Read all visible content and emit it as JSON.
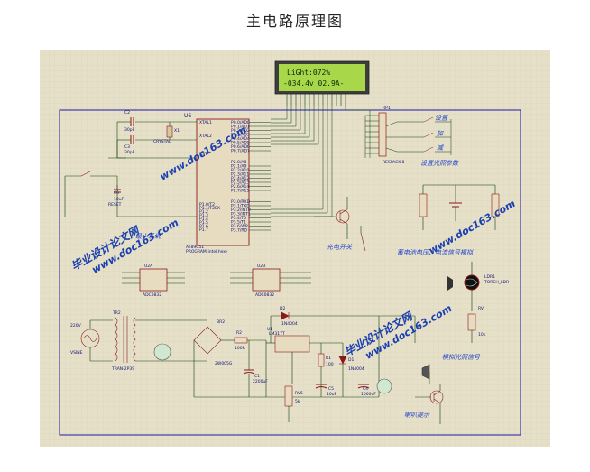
{
  "title": "主电路原理图",
  "lcd": {
    "line1": "LiGht:072%",
    "line2": "-034.4v 02.9A-"
  },
  "mcu": {
    "ref": "U6",
    "part": "AT89C51",
    "sub": "PROGRAM(intel.hex)",
    "left_pins": [
      "XTAL1",
      "XTAL2",
      "RST",
      "P1.0/T2",
      "P1.1/T2EX",
      "P1.2",
      "P1.3",
      "P1.4",
      "P1.5",
      "P1.6",
      "P1.7"
    ],
    "right_pins": [
      "P0.0/AD0",
      "P0.1/AD1",
      "P0.2/AD2",
      "P0.3/AD3",
      "P0.4/AD4",
      "P0.5/AD5",
      "P0.6/AD6",
      "P0.7/AD7",
      "P2.0/A8",
      "P2.1/A9",
      "P2.2/A10",
      "P2.3/A11",
      "P2.4/A12",
      "P2.5/A13",
      "P2.6/A14",
      "P2.7/A15",
      "P3.0/RXD",
      "P3.1/TXD",
      "P3.2/INT0",
      "P3.3/INT1",
      "P3.4/T0",
      "P3.5/T1",
      "P3.6/WR",
      "P3.7/RD"
    ]
  },
  "components": {
    "c2": "C2",
    "c2_val": "30pF",
    "c3": "C3",
    "c3_val": "30pF",
    "x1": "X1",
    "x1_val": "CRYSTAL",
    "c6": "C6",
    "c6_val": "10uF",
    "r_reset": "RESET",
    "rp1": "RP1",
    "rp1_val": "RESPACK-8",
    "u2a": "U2A",
    "u2a_part": "ADC0832",
    "u2b": "U2B",
    "u2b_part": "ADC0832",
    "tr2": "TR2",
    "tr2_part": "TRAN-2P3S",
    "vsine": "VSINE",
    "v220": "220V",
    "br2": "BR2",
    "br2_part": "2W005G",
    "r2": "R2",
    "r2_val": "100R",
    "u1": "U1",
    "u1_part": "LM317T",
    "d2": "D2",
    "d2_part": "1N4004",
    "r1": "R1",
    "r1_val": "100",
    "d1": "D1",
    "d1_part": "1N4004",
    "c1": "C1",
    "c1_val": "2200uF",
    "c5": "C5",
    "c5_val": "10uF",
    "c4": "C4",
    "c4_val": "1000uF",
    "rv5": "RV5",
    "rv5_val": "5k",
    "ldr1": "LDR1",
    "ldr1_part": "TORCH_LDR",
    "rv": "RV",
    "rv_val": "10k",
    "q_charge": "PNP",
    "speaker": "SPK"
  },
  "labels": {
    "set": "设置",
    "add": "加",
    "sub": "减",
    "set_light": "设置光照参数",
    "min_system": "最小系统",
    "charge_switch": "充电开关",
    "battery_sim": "蓄电池电压、电流信号模拟",
    "light_sim": "模拟光照信号",
    "speaker_alarm": "喇叭提示"
  },
  "watermark": {
    "cn": "毕业设计论文网",
    "url": "www.doc163.com"
  },
  "colors": {
    "canvas": "#e6e0c8",
    "frame": "#1a1aa8",
    "wire": "#0b3f0b",
    "component": "#8a1a1a",
    "lcd_bg": "#a8d84a",
    "watermark": "#1a3fb0"
  }
}
